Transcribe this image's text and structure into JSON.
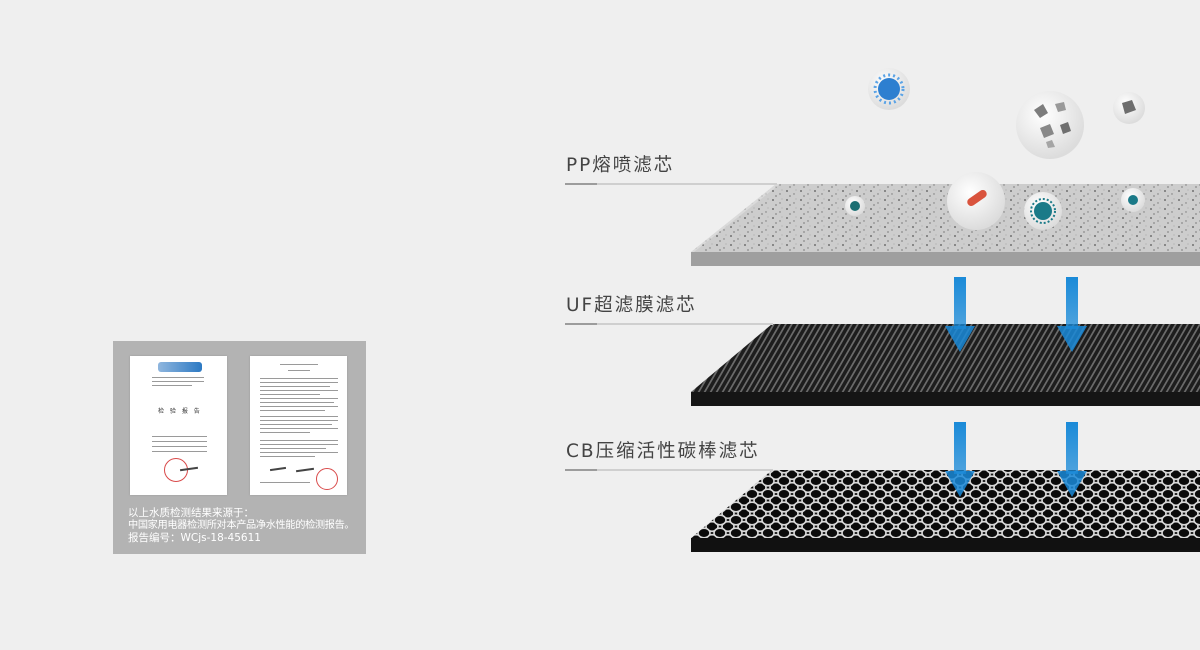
{
  "layers": [
    {
      "label": "PP熔喷滤芯"
    },
    {
      "label": "UF超滤膜滤芯"
    },
    {
      "label": "CB压缩活性碳棒滤芯"
    }
  ],
  "certificate": {
    "doc_title": "检 验 报 告",
    "line1": "以上水质检测结果来源于：",
    "line2": "中国家用电器检测所对本产品净水性能的检测报告。",
    "line3": "报告编号：WCjs-18-45611"
  },
  "colors": {
    "background": "#efefef",
    "panel": "#b3b3b3",
    "arrow": "#1a8ad8",
    "pp_layer": "#c9c9c9",
    "uf_layer": "#1e1e1e",
    "cb_layer": "#1a1a1a",
    "label_text": "#444444"
  },
  "icons": [
    "bacteria-icon",
    "particle-icon",
    "rust-icon",
    "virus-icon",
    "arrow-down-icon"
  ]
}
